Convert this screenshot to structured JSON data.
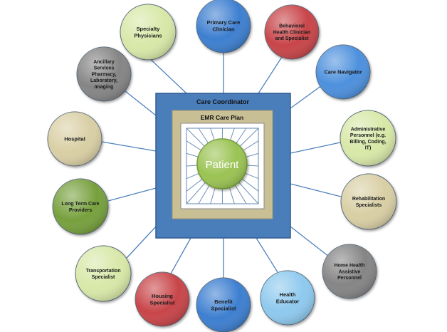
{
  "diagram": {
    "outer_box": {
      "label": "Care Coordinator",
      "color": "#4a7ebb"
    },
    "middle_box": {
      "label": "EMR Care Plan",
      "color": "#c9bf95"
    },
    "inner_box": {
      "color": "#ffffff"
    },
    "center": {
      "label": "Patient",
      "color": "#9ac352"
    },
    "line_color": "#4f81bd",
    "nodes": [
      {
        "id": "specialty-physicians",
        "lines": [
          "Specialty",
          "Physicians"
        ],
        "color": "#d8e8a8"
      },
      {
        "id": "primary-care-clinician",
        "lines": [
          "Primary Care",
          "Clinician"
        ],
        "color": "#3d7fd0"
      },
      {
        "id": "behavioral-health",
        "lines": [
          "Behavioral",
          "Health Clinician",
          "and Specialist"
        ],
        "color": "#c8454a"
      },
      {
        "id": "care-navigator",
        "lines": [
          "Care Navigator"
        ],
        "color": "#4d90dd"
      },
      {
        "id": "administrative-personnel",
        "lines": [
          "Administrative",
          "Personnel (e.g.",
          "Billing, Coding,",
          "IT)"
        ],
        "color": "#d8e8a8"
      },
      {
        "id": "rehabilitation-specialists",
        "lines": [
          "Rehabilitation",
          "Specialists"
        ],
        "color": "#d9cfa5"
      },
      {
        "id": "home-health",
        "lines": [
          "Home Health",
          "Assistive",
          "Personnel"
        ],
        "color": "#858585"
      },
      {
        "id": "health-educator",
        "lines": [
          "Health",
          "Educator"
        ],
        "color": "#8ec9ee"
      },
      {
        "id": "benefit-specialist",
        "lines": [
          "Benefit",
          "Specialist"
        ],
        "color": "#3d7fd0"
      },
      {
        "id": "housing-specialist",
        "lines": [
          "Housing",
          "Specialist"
        ],
        "color": "#c8454a"
      },
      {
        "id": "transportation-specialist",
        "lines": [
          "Transportation",
          "Specialist"
        ],
        "color": "#d8e8a8"
      },
      {
        "id": "long-term-care",
        "lines": [
          "Long Term Care",
          "Providers"
        ],
        "color": "#77a03d"
      },
      {
        "id": "hospital",
        "lines": [
          "Hospital"
        ],
        "color": "#d9cfa5"
      },
      {
        "id": "ancillary-services",
        "lines": [
          "Ancillary",
          "Services",
          "Pharmacy,",
          "Laboratory,",
          "Imaging"
        ],
        "color": "#858585"
      }
    ]
  }
}
